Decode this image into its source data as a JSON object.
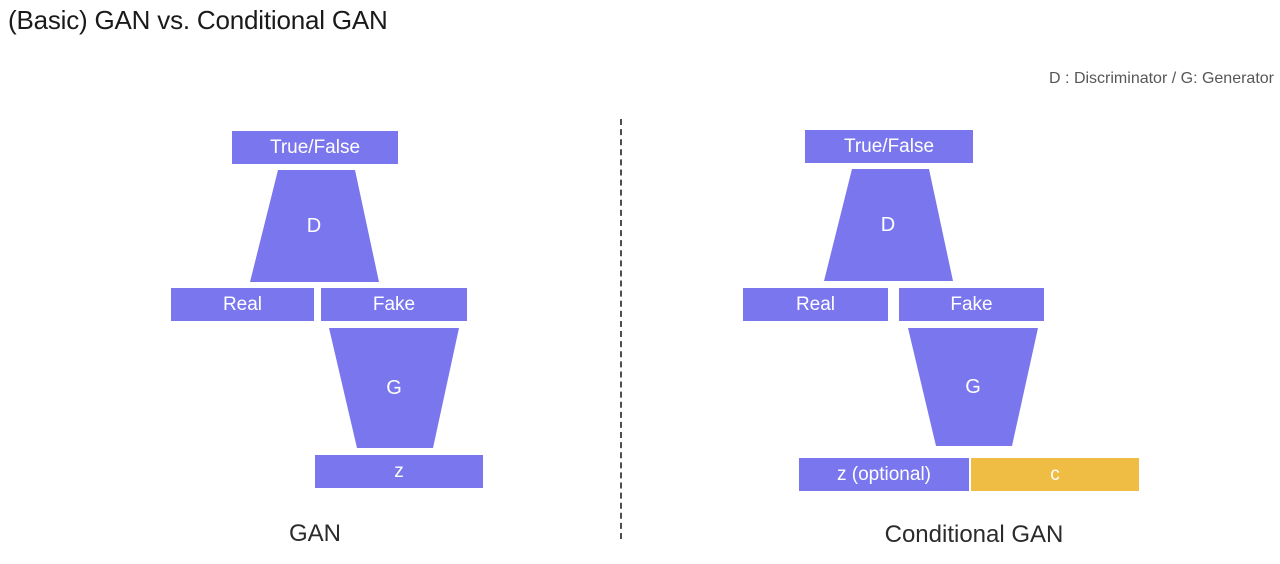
{
  "page": {
    "title": "(Basic) GAN vs. Conditional GAN",
    "legend": "D : Discriminator / G: Generator",
    "background_color": "#ffffff",
    "title_color": "#1a1a1a",
    "legend_color": "#575757",
    "divider_color": "#4d4d4d"
  },
  "palette": {
    "purple": "#7a76ee",
    "amber": "#efbd43",
    "node_text": "#ffffff"
  },
  "diagrams": [
    {
      "id": "basic-gan",
      "caption": "GAN",
      "nodes": {
        "output": "True/False",
        "discriminator": "D",
        "real": "Real",
        "fake": "Fake",
        "generator": "G",
        "noise": "z"
      }
    },
    {
      "id": "conditional-gan",
      "caption": "Conditional GAN",
      "nodes": {
        "output": "True/False",
        "discriminator": "D",
        "real": "Real",
        "fake": "Fake",
        "generator": "G",
        "noise": "z (optional)",
        "condition": "c"
      }
    }
  ]
}
